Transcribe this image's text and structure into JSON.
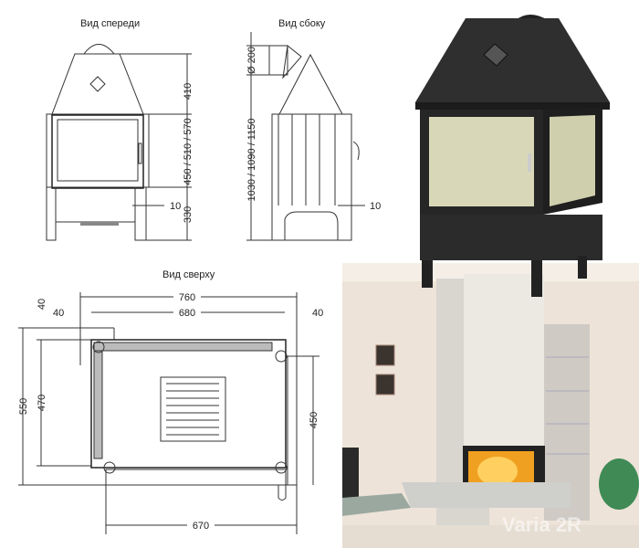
{
  "front_view": {
    "title": "Вид спереди",
    "dims": {
      "hood": "410",
      "door": "450 / 510 / 570",
      "base": "330",
      "offset": "10"
    }
  },
  "side_view": {
    "title": "Вид сбоку",
    "dims": {
      "flue": "Ø 200",
      "total": "1030 / 1090 / 1150",
      "offset": "10"
    }
  },
  "top_view": {
    "title": "Вид сверху",
    "dims": {
      "outer_width": "760",
      "inner_width": "680",
      "left_margin": "40",
      "right_margin": "40",
      "top_margin": "40",
      "outer_depth": "550",
      "inner_depth": "470",
      "side_glass": "450",
      "front_glass": "670"
    }
  },
  "photo": {
    "watermark": "Varia 2R"
  },
  "colors": {
    "stove": "#2a2a2a",
    "glass": "#d8d8b8",
    "wall": "#efe6dc",
    "fire": "#f0a020"
  }
}
